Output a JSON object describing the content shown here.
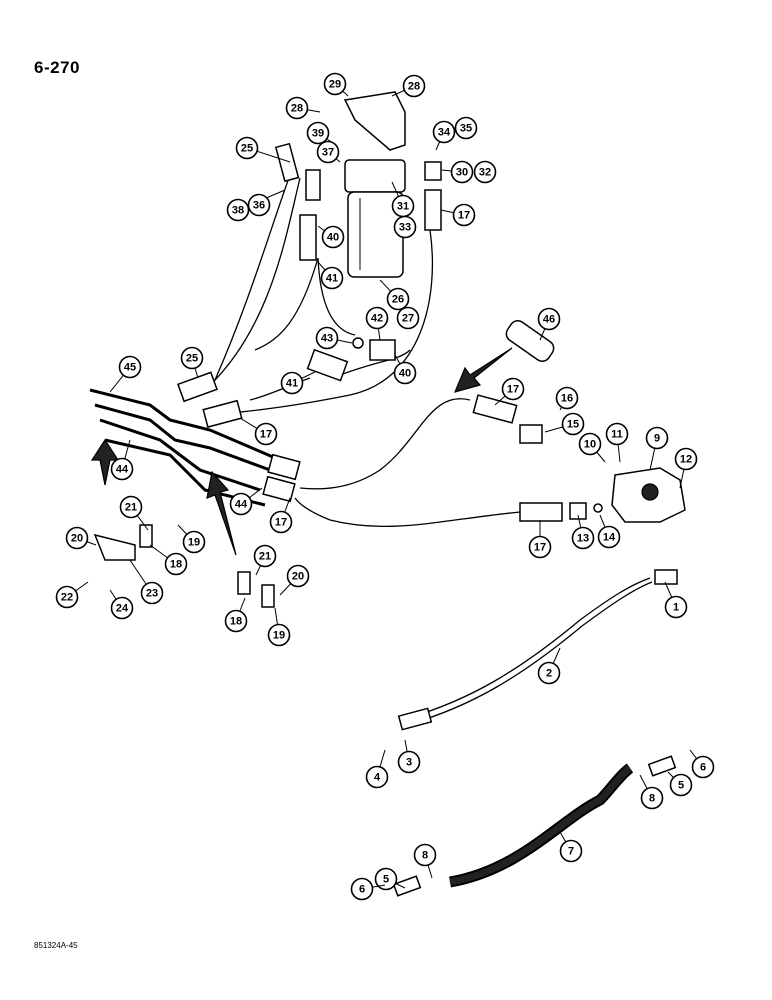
{
  "page": {
    "number": "6-270",
    "drawing_code": "851324A-45"
  },
  "callouts": [
    {
      "id": "c29",
      "label": "29"
    },
    {
      "id": "c28a",
      "label": "28"
    },
    {
      "id": "c28b",
      "label": "28"
    },
    {
      "id": "c25a",
      "label": "25"
    },
    {
      "id": "c39",
      "label": "39"
    },
    {
      "id": "c37",
      "label": "37"
    },
    {
      "id": "c34",
      "label": "34"
    },
    {
      "id": "c35",
      "label": "35"
    },
    {
      "id": "c30",
      "label": "30"
    },
    {
      "id": "c32",
      "label": "32"
    },
    {
      "id": "c38",
      "label": "38"
    },
    {
      "id": "c36",
      "label": "36"
    },
    {
      "id": "c31",
      "label": "31"
    },
    {
      "id": "c33",
      "label": "33"
    },
    {
      "id": "c17a",
      "label": "17"
    },
    {
      "id": "c40a",
      "label": "40"
    },
    {
      "id": "c41a",
      "label": "41"
    },
    {
      "id": "c26",
      "label": "26"
    },
    {
      "id": "c27",
      "label": "27"
    },
    {
      "id": "c46",
      "label": "46"
    },
    {
      "id": "c43",
      "label": "43"
    },
    {
      "id": "c42",
      "label": "42"
    },
    {
      "id": "c45",
      "label": "45"
    },
    {
      "id": "c25b",
      "label": "25"
    },
    {
      "id": "c41b",
      "label": "41"
    },
    {
      "id": "c40b",
      "label": "40"
    },
    {
      "id": "c17b",
      "label": "17"
    },
    {
      "id": "c16",
      "label": "16"
    },
    {
      "id": "c15",
      "label": "15"
    },
    {
      "id": "c17c",
      "label": "17"
    },
    {
      "id": "c10",
      "label": "10"
    },
    {
      "id": "c11",
      "label": "11"
    },
    {
      "id": "c9",
      "label": "9"
    },
    {
      "id": "c12",
      "label": "12"
    },
    {
      "id": "c44a",
      "label": "44"
    },
    {
      "id": "c44b",
      "label": "44"
    },
    {
      "id": "c17d",
      "label": "17"
    },
    {
      "id": "c17e",
      "label": "17"
    },
    {
      "id": "c13",
      "label": "13"
    },
    {
      "id": "c14",
      "label": "14"
    },
    {
      "id": "c21a",
      "label": "21"
    },
    {
      "id": "c20a",
      "label": "20"
    },
    {
      "id": "c19a",
      "label": "19"
    },
    {
      "id": "c18a",
      "label": "18"
    },
    {
      "id": "c22",
      "label": "22"
    },
    {
      "id": "c23",
      "label": "23"
    },
    {
      "id": "c24",
      "label": "24"
    },
    {
      "id": "c21b",
      "label": "21"
    },
    {
      "id": "c20b",
      "label": "20"
    },
    {
      "id": "c18b",
      "label": "18"
    },
    {
      "id": "c19b",
      "label": "19"
    },
    {
      "id": "c1",
      "label": "1"
    },
    {
      "id": "c2",
      "label": "2"
    },
    {
      "id": "c4",
      "label": "4"
    },
    {
      "id": "c3",
      "label": "3"
    },
    {
      "id": "c6a",
      "label": "6"
    },
    {
      "id": "c5a",
      "label": "5"
    },
    {
      "id": "c8a",
      "label": "8"
    },
    {
      "id": "c7",
      "label": "7"
    },
    {
      "id": "c8b",
      "label": "8"
    },
    {
      "id": "c5b",
      "label": "5"
    },
    {
      "id": "c6b",
      "label": "6"
    }
  ]
}
